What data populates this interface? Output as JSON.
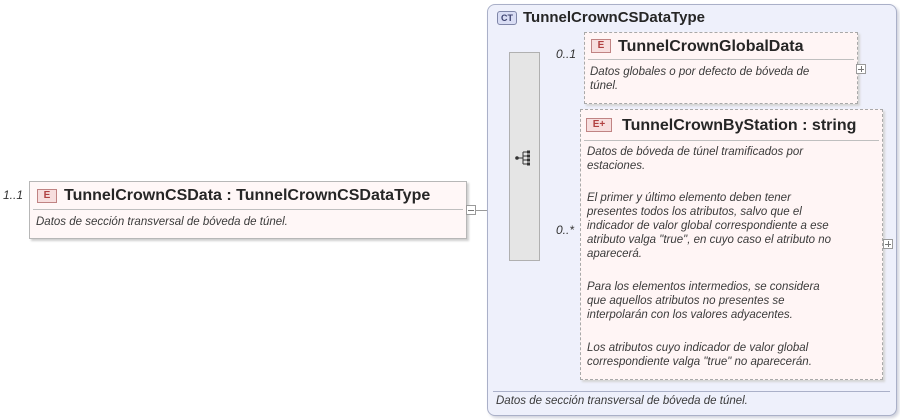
{
  "root": {
    "occurrence": "1..1",
    "badge": "E",
    "title": "TunnelCrownCSData  :  TunnelCrownCSDataType",
    "description": "Datos de sección transversal de bóveda de túnel."
  },
  "complex_type": {
    "badge": "CT",
    "title": "TunnelCrownCSDataType",
    "footer": "Datos de sección transversal de bóveda de túnel."
  },
  "children": [
    {
      "occurrence": "0..1",
      "badge": "E",
      "title": "TunnelCrownGlobalData",
      "description_lines": [
        "Datos globales o por defecto de bóveda de",
        "túnel."
      ]
    },
    {
      "occurrence": "0..*",
      "badge": "E+",
      "title": "TunnelCrownByStation  :  string",
      "description_lines": [
        "Datos de bóveda de túnel tramificados por",
        "estaciones.",
        "",
        "El primer y último elemento deben tener",
        "presentes todos los atributos, salvo que el",
        "indicador de valor global correspondiente a ese",
        "atributo valga \"true\", en cuyo caso el atributo no",
        "aparecerá.",
        "",
        "Para los elementos intermedios, se considera",
        "que aquellos atributos no presentes se",
        "interpolarán con los valores adyacentes.",
        "",
        "Los atributos cuyo indicador de valor global",
        "correspondiente valga \"true\" no aparecerán."
      ]
    }
  ],
  "colors": {
    "element_fill": "#fff5f5",
    "complex_type_fill": "#eef0fb",
    "badge_fill": "#f7dede",
    "connector": "#9a9a9a"
  }
}
